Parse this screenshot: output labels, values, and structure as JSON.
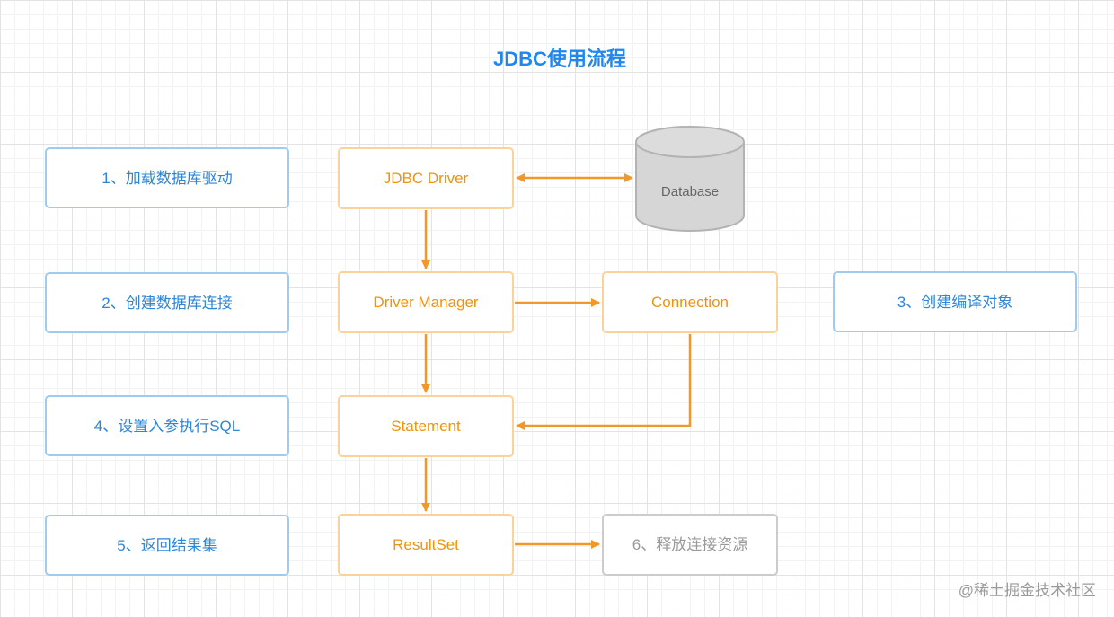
{
  "title": "JDBC使用流程",
  "steps": {
    "load_driver": "1、加载数据库驱动",
    "create_connection": "2、创建数据库连接",
    "create_statement": "3、创建编译对象",
    "execute_sql": "4、设置入参执行SQL",
    "return_result": "5、返回结果集",
    "release_resources": "6、释放连接资源"
  },
  "components": {
    "jdbc_driver": "JDBC Driver",
    "database": "Database",
    "driver_manager": "Driver Manager",
    "connection": "Connection",
    "statement": "Statement",
    "resultset": "ResultSet"
  },
  "watermark": "@稀土掘金技术社区",
  "colors": {
    "title": "#1e87f0",
    "step_border": "#9fcbee",
    "step_text": "#2d86d6",
    "component_border": "#fbd39a",
    "component_text": "#f0920c",
    "arrow": "#f0992a",
    "database_fill": "#d6d6d6",
    "database_stroke": "#b3b3b3",
    "database_text": "#666666",
    "release_border": "#cccccc",
    "release_text": "#999999",
    "watermark": "#9a9a9a"
  }
}
